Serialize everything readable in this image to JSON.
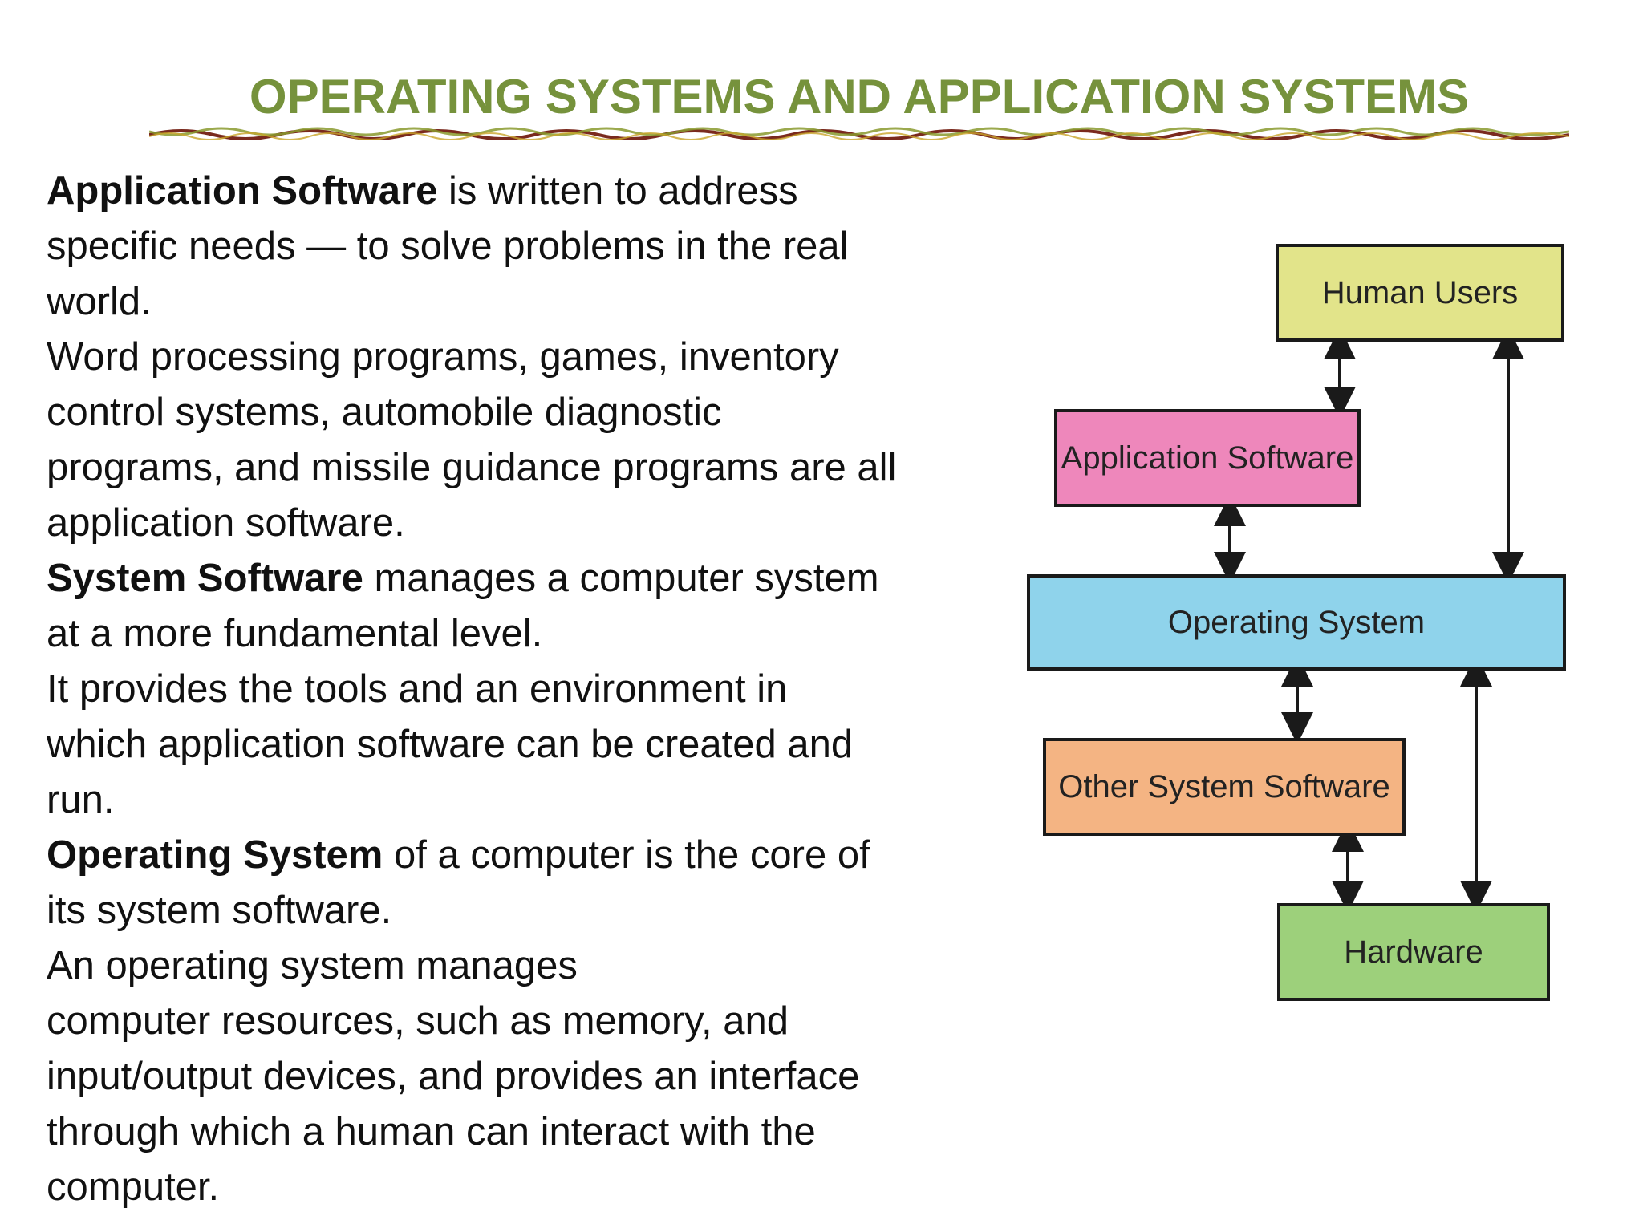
{
  "slide": {
    "title": "OPERATING SYSTEMS AND APPLICATION SYSTEMS",
    "accent_color": "#76923c"
  },
  "body": {
    "paragraphs": [
      {
        "bold": "Application Software",
        "rest": " is written to address"
      },
      {
        "bold": "",
        "rest": "specific needs — to solve problems in the real"
      },
      {
        "bold": "",
        "rest": "world."
      },
      {
        "bold": "",
        "rest": "Word processing programs, games, inventory"
      },
      {
        "bold": "",
        "rest": "control systems, automobile diagnostic"
      },
      {
        "bold": "",
        "rest": "programs, and missile guidance programs are all"
      },
      {
        "bold": "",
        "rest": "application software."
      },
      {
        "bold": "System Software",
        "rest": " manages a computer system"
      },
      {
        "bold": "",
        "rest": "at a more fundamental level."
      },
      {
        "bold": "",
        "rest": "It provides the tools and an environment in"
      },
      {
        "bold": "",
        "rest": "which application software can be created and"
      },
      {
        "bold": "",
        "rest": "run."
      },
      {
        "bold": "Operating System",
        "rest": " of a computer is the core of"
      },
      {
        "bold": "",
        "rest": "its system software."
      },
      {
        "bold": "",
        "rest": "An operating system manages"
      },
      {
        "bold": "",
        "rest": "computer resources, such as memory, and"
      },
      {
        "bold": "",
        "rest": "input/output devices, and provides an interface"
      },
      {
        "bold": "",
        "rest": "through which a human can interact with the"
      },
      {
        "bold": "",
        "rest": "computer."
      }
    ]
  },
  "diagram": {
    "boxes": {
      "human_users": {
        "label": "Human Users",
        "color": "#e2e48a"
      },
      "application_software": {
        "label": "Application Software",
        "color": "#ee87bb"
      },
      "operating_system": {
        "label": "Operating System",
        "color": "#8fd3eb"
      },
      "other_system_software": {
        "label": "Other System Software",
        "color": "#f4b483"
      },
      "hardware": {
        "label": "Hardware",
        "color": "#9dd07b"
      }
    }
  }
}
